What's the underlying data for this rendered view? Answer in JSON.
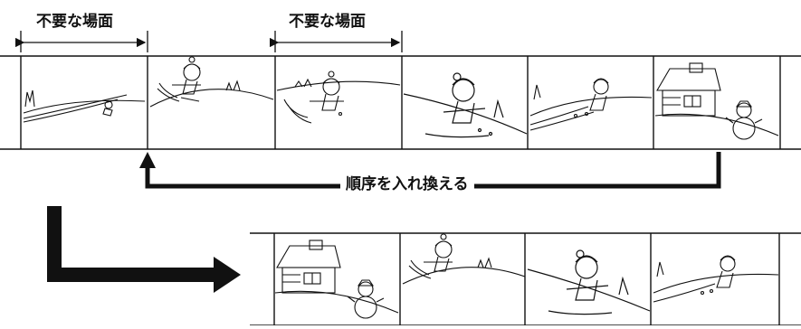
{
  "top_labels": {
    "unwanted_scene_1": "不要な場面",
    "unwanted_scene_2": "不要な場面"
  },
  "reorder_label": "順序を入れ換える",
  "top_strip": {
    "frames": [
      {
        "scene": "hill-with-small-figure"
      },
      {
        "scene": "skier-downhill"
      },
      {
        "scene": "skier-on-slope"
      },
      {
        "scene": "skier-closeup"
      },
      {
        "scene": "skier-far"
      },
      {
        "scene": "cabin-with-snowman"
      }
    ]
  },
  "bottom_strip": {
    "frames": [
      {
        "scene": "cabin-with-snowman"
      },
      {
        "scene": "skier-downhill"
      },
      {
        "scene": "skier-closeup"
      },
      {
        "scene": "skier-far"
      }
    ]
  },
  "colors": {
    "ink": "#111111",
    "paper": "#ffffff"
  }
}
